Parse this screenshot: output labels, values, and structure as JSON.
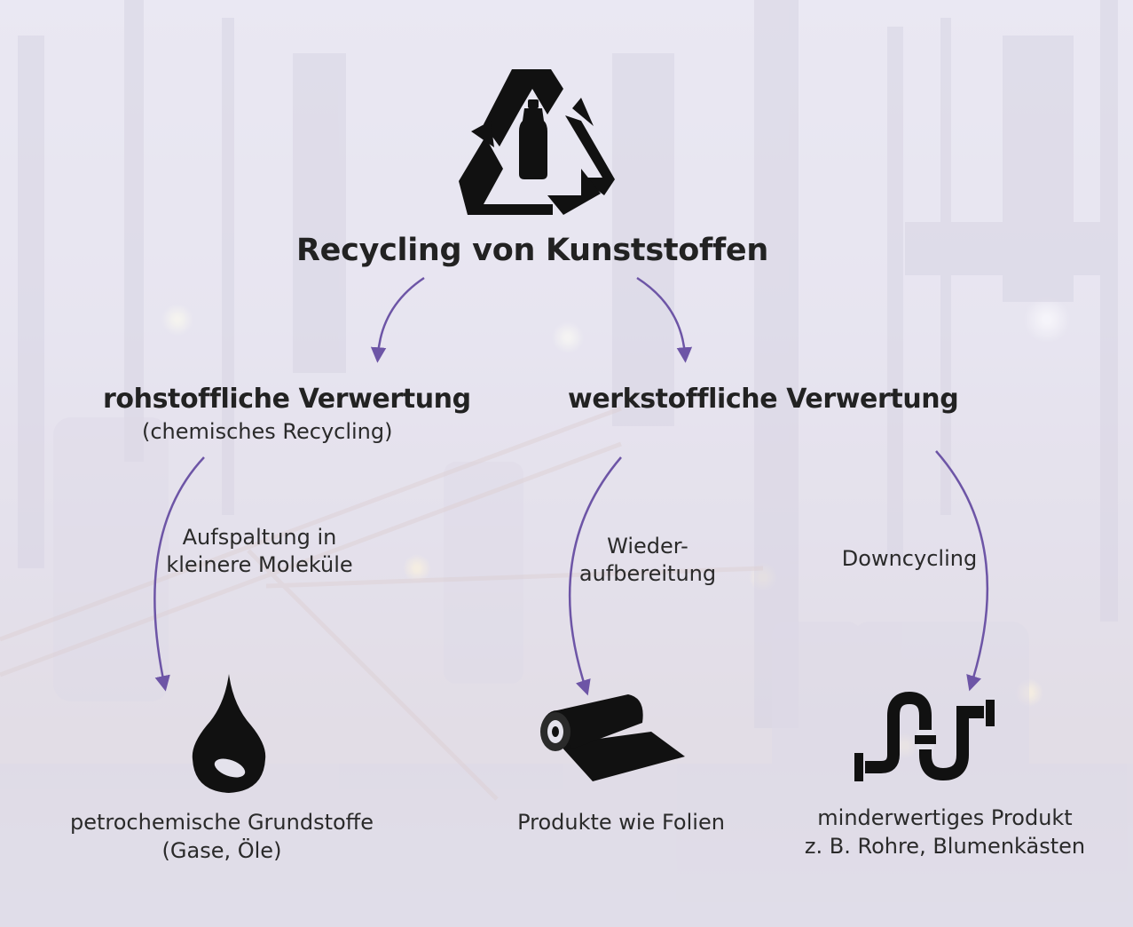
{
  "title": "Recycling von Kunststoffen",
  "branches": {
    "raw": {
      "heading": "rohstoffliche Verwertung",
      "subheading": "(chemisches Recycling)",
      "process_line1": "Aufspaltung in",
      "process_line2": "kleinere Moleküle",
      "result_line1": "petrochemische Grundstoffe",
      "result_line2": "(Gase, Öle)"
    },
    "material": {
      "heading": "werkstoffliche Verwertung",
      "reprocess_line1": "Wieder-",
      "reprocess_line2": "aufbereitung",
      "reprocess_result": "Produkte wie Folien",
      "downcycling_label": "Downcycling",
      "downcycling_result_line1": "minderwertiges Produkt",
      "downcycling_result_line2": "z. B. Rohre, Blumenkästen"
    }
  },
  "colors": {
    "arrow": "#6d55a6",
    "icon": "#111111",
    "text": "#222222"
  },
  "icons": [
    "recycling-triangle-bottle-icon",
    "oil-drop-icon",
    "film-roll-icon",
    "pipe-icon"
  ]
}
